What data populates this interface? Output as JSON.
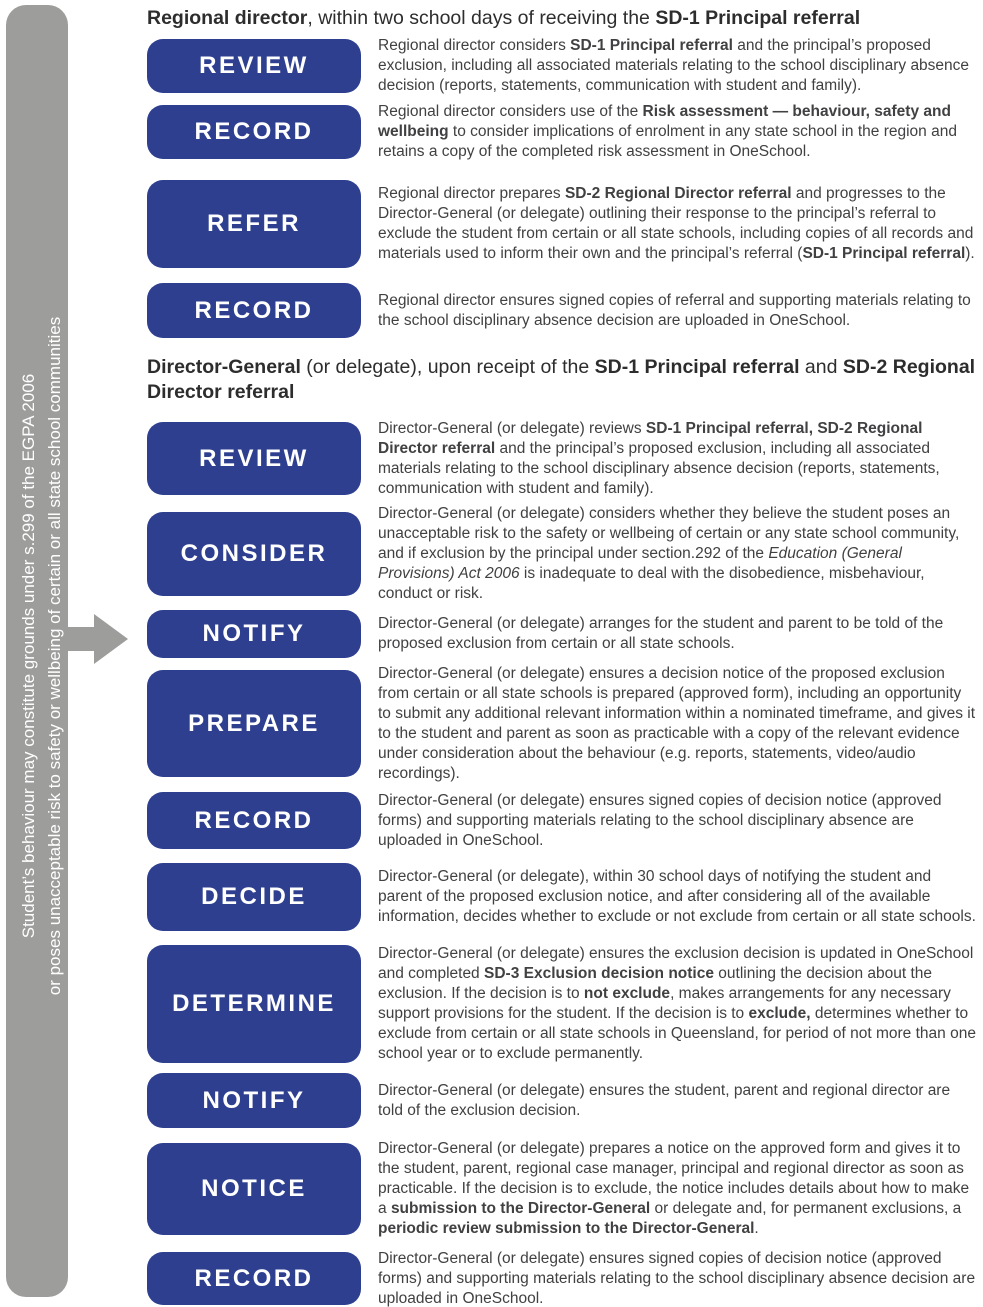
{
  "colors": {
    "box_blue": "#2e3f90",
    "sidebar_gray": "#9d9d9c",
    "heading_text": "#2d2d2d",
    "body_text": "#414042",
    "box_label_text": "#ffffff"
  },
  "sidebar": {
    "line1": "Student’s behaviour may constitute grounds under s.299 of the EGPA 2006",
    "line2": "or poses unacceptable risk to safety or wellbeing of certain or all state school communities",
    "arrow_icon": "right-arrow"
  },
  "sections": [
    {
      "heading": [
        {
          "t": "Regional director",
          "b": 1
        },
        {
          "t": ", within two school days of receiving the "
        },
        {
          "t": "SD-1 Principal referral",
          "b": 1
        }
      ],
      "rows": [
        {
          "label": "REVIEW",
          "desc": [
            {
              "t": "Regional director considers "
            },
            {
              "t": "SD-1 Principal referral",
              "b": 1
            },
            {
              "t": " and the principal’s proposed exclusion, including all associated materials relating to the school disciplinary absence decision (reports, statements, communication with student and family)."
            }
          ]
        },
        {
          "label": "RECORD",
          "desc": [
            {
              "t": "Regional director considers use of the "
            },
            {
              "t": "Risk assessment — behaviour, safety and wellbeing",
              "b": 1
            },
            {
              "t": " to consider implications of enrolment in any state school in the region and retains a copy of the completed risk assessment in OneSchool."
            }
          ]
        },
        {
          "label": "REFER",
          "desc": [
            {
              "t": "Regional director prepares "
            },
            {
              "t": "SD-2 Regional Director referral",
              "b": 1
            },
            {
              "t": " and progresses to the Director-General (or delegate) outlining their response to the principal’s referral to exclude the student from certain or all state schools, including copies of all records and materials used to inform their own and the principal’s referral ("
            },
            {
              "t": "SD-1 Principal referral",
              "b": 1
            },
            {
              "t": ")."
            }
          ]
        },
        {
          "label": "RECORD",
          "desc": [
            {
              "t": "Regional director ensures signed copies of referral and supporting materials relating to the school disciplinary absence decision are uploaded in OneSchool."
            }
          ]
        }
      ]
    },
    {
      "heading": [
        {
          "t": "Director-General",
          "b": 1
        },
        {
          "t": " (or delegate), upon receipt of the "
        },
        {
          "t": "SD-1 Principal referral",
          "b": 1
        },
        {
          "t": " and "
        },
        {
          "t": "SD-2 Regional Director referral",
          "b": 1
        }
      ],
      "rows": [
        {
          "label": "REVIEW",
          "desc": [
            {
              "t": "Director-General (or delegate) reviews "
            },
            {
              "t": "SD-1 Principal referral, SD-2 Regional Director referral",
              "b": 1
            },
            {
              "t": " and the principal’s proposed exclusion, including all associated materials relating to the school disciplinary absence decision (reports, statements, communication with student and family)."
            }
          ]
        },
        {
          "label": "CONSIDER",
          "desc": [
            {
              "t": "Director-General (or delegate) considers whether they believe the student poses an unacceptable risk to the safety or wellbeing of certain or any state school community, and if exclusion by the principal under section.292 of the "
            },
            {
              "t": "Education (General Provisions) Act 2006",
              "i": 1
            },
            {
              "t": " is inadequate to deal with the disobedience, misbehaviour, conduct or risk."
            }
          ]
        },
        {
          "label": "NOTIFY",
          "desc": [
            {
              "t": "Director-General (or delegate) arranges for the student and parent to be told of the proposed exclusion from certain or all state schools."
            }
          ]
        },
        {
          "label": "PREPARE",
          "desc": [
            {
              "t": "Director-General (or delegate) ensures a decision notice of the proposed exclusion from certain or all state schools is prepared (approved form), including an opportunity to submit any additional relevant information within a nominated timeframe, and gives it to the student and parent as soon as practicable with a copy of the relevant evidence under consideration about the behaviour (e.g. reports, statements, video/audio recordings)."
            }
          ]
        },
        {
          "label": "RECORD",
          "desc": [
            {
              "t": "Director-General (or delegate) ensures signed copies of decision notice (approved forms) and supporting materials relating to the school disciplinary absence are uploaded in OneSchool."
            }
          ]
        },
        {
          "label": "DECIDE",
          "desc": [
            {
              "t": "Director-General (or delegate), within 30 school days of notifying the student and parent of the proposed exclusion notice, and after considering all of the available information, decides whether to exclude or not exclude from certain or all state schools."
            }
          ]
        },
        {
          "label": "DETERMINE",
          "desc": [
            {
              "t": "Director-General (or delegate) ensures the exclusion decision is updated in OneSchool and completed "
            },
            {
              "t": "SD-3 Exclusion decision notice",
              "b": 1
            },
            {
              "t": " outlining the decision about the exclusion. If the decision is to "
            },
            {
              "t": "not exclude",
              "b": 1
            },
            {
              "t": ", makes arrangements for any necessary support provisions for the student. If the decision is to "
            },
            {
              "t": "exclude,",
              "b": 1
            },
            {
              "t": " determines whether to exclude from certain or all state schools in Queensland, for period of not more than one school year or to exclude permanently."
            }
          ]
        },
        {
          "label": "NOTIFY",
          "desc": [
            {
              "t": "Director-General (or delegate) ensures the student, parent and regional director are told of the exclusion decision."
            }
          ]
        },
        {
          "label": "NOTICE",
          "desc": [
            {
              "t": "Director-General (or delegate) prepares a notice on the approved form and gives it to the student, parent, regional case manager, principal and regional director as soon as practicable. If the decision is to exclude, the notice includes details about how to make a "
            },
            {
              "t": "submission to the Director-General",
              "b": 1
            },
            {
              "t": " or delegate and, for permanent exclusions, a "
            },
            {
              "t": "periodic review submission to the Director-General",
              "b": 1
            },
            {
              "t": "."
            }
          ]
        },
        {
          "label": "RECORD",
          "desc": [
            {
              "t": "Director-General (or delegate) ensures signed copies of decision notice (approved forms) and supporting materials relating to the school disciplinary absence decision are uploaded in OneSchool."
            }
          ]
        }
      ]
    }
  ]
}
